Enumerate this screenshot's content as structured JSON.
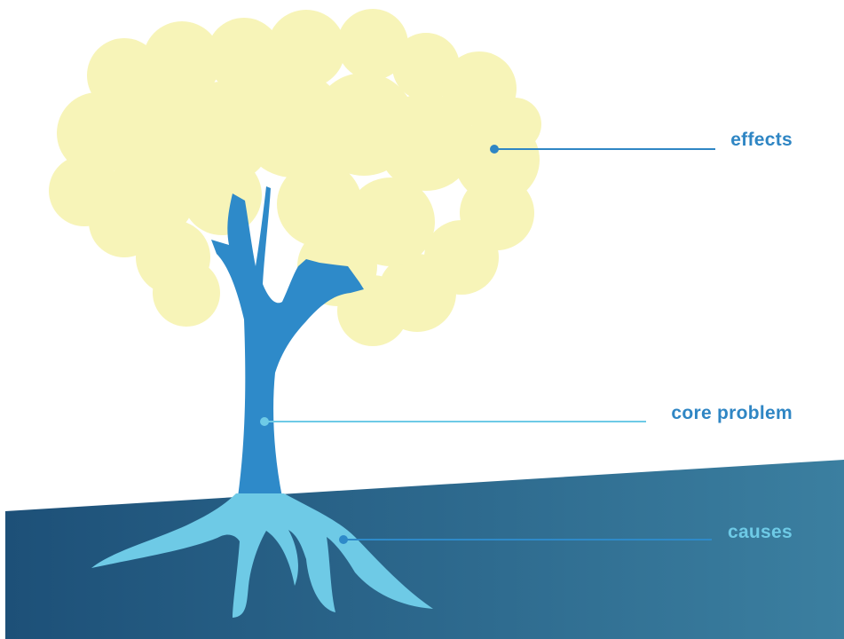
{
  "labels": {
    "effects": "effects",
    "core_problem": "core problem",
    "causes": "causes"
  },
  "colors": {
    "background": "#ffffff",
    "foliage": "#f7f4b8",
    "trunk": "#2e8ac9",
    "roots": "#6ecae6",
    "ground_dark": "#1d5078",
    "ground_light": "#3b7fa0",
    "effects_text": "#2f86c4",
    "core_problem_text": "#2f86c4",
    "causes_text": "#6ecae6"
  }
}
